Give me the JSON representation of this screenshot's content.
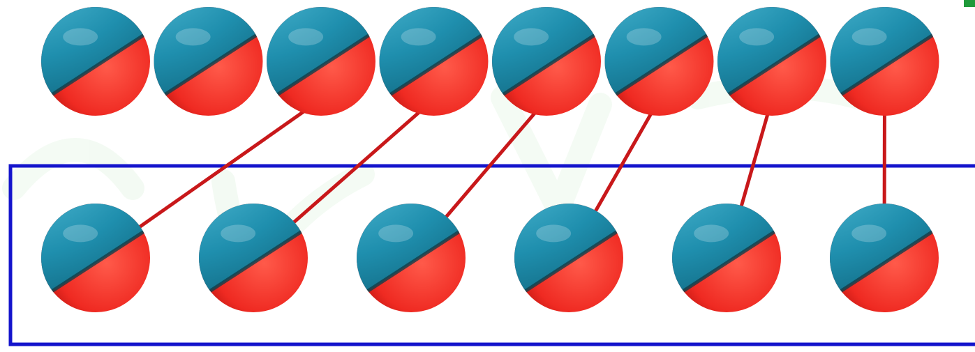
{
  "diagram": {
    "top_row_count": 8,
    "bottom_row_count": 6,
    "connections": [
      {
        "from": 2,
        "to": 0
      },
      {
        "from": 3,
        "to": 1
      },
      {
        "from": 4,
        "to": 2
      },
      {
        "from": 5,
        "to": 3
      },
      {
        "from": 6,
        "to": 4
      },
      {
        "from": 7,
        "to": 5
      }
    ],
    "colors": {
      "cap": "#1f8fae",
      "cap_highlight": "#6fd3ea",
      "base": "#ef2a22",
      "base_shadow": "#a80f0c",
      "divider": "#123f4a",
      "link": "#c8181a",
      "box": "#1414cc",
      "watermark": "#8fd88f",
      "corner_mark": "#1f9a3a"
    },
    "box_shape": "open-right rectangle enclosing bottom row"
  }
}
